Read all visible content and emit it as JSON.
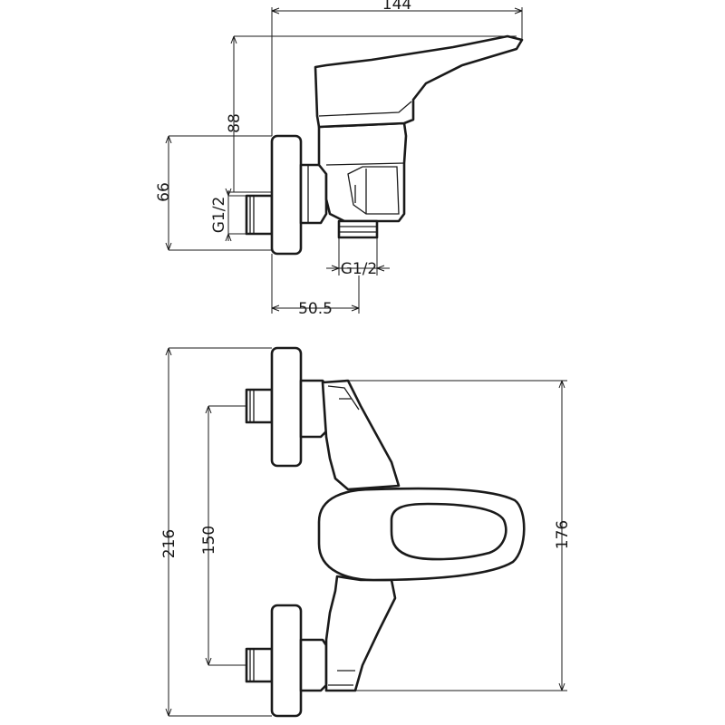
{
  "side_view": {
    "width_overall": "144",
    "height_handle": "88",
    "height_body": "66",
    "inlet_thread": "G1/2",
    "outlet_thread": "G1/2",
    "depth_outlet": "50.5"
  },
  "front_view": {
    "height_overall": "216",
    "inlet_spacing": "150",
    "body_height": "176"
  }
}
